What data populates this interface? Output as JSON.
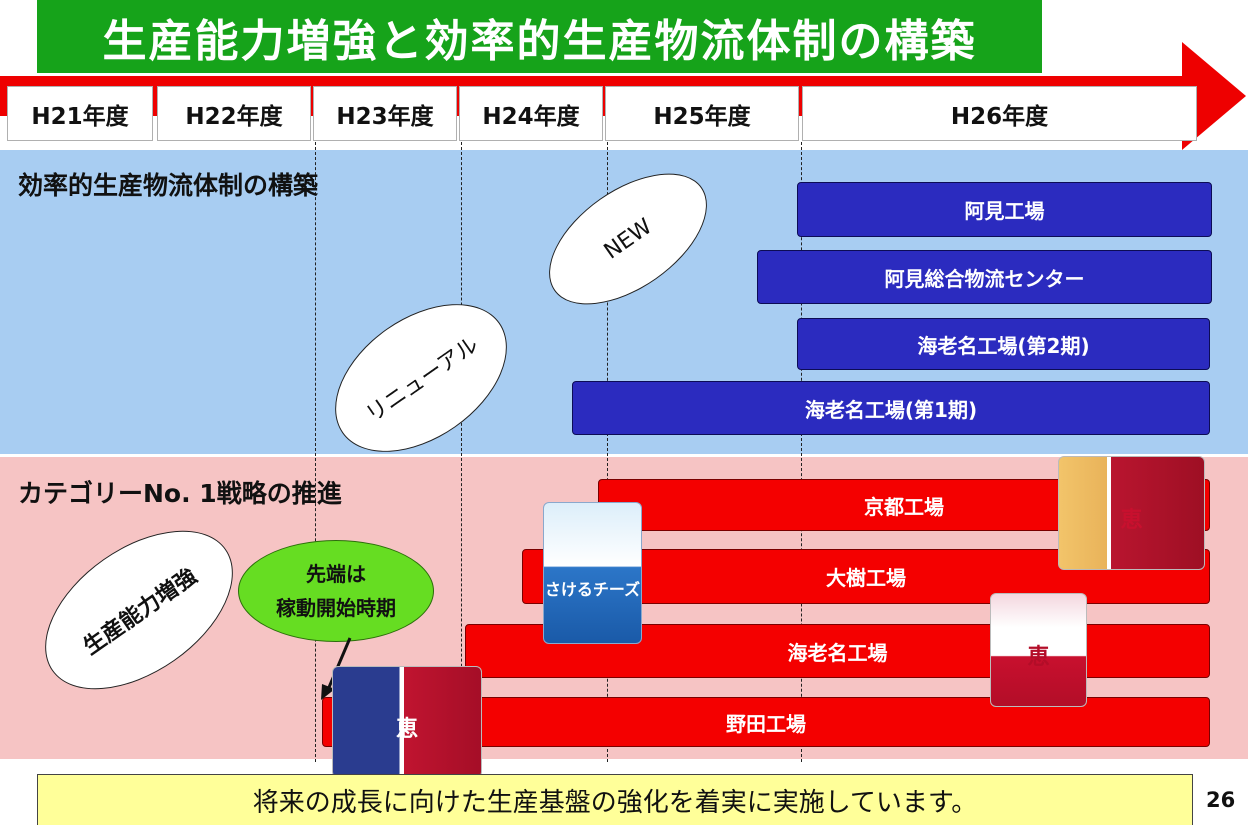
{
  "title": "生産能力増強と効率的生産物流体制の構築",
  "years": [
    "H21年度",
    "H22年度",
    "H23年度",
    "H24年度",
    "H25年度",
    "H26年度"
  ],
  "sections": {
    "efficient_logistics": {
      "heading": "効率的生産物流体制の構築",
      "callouts": {
        "new": "NEW",
        "renewal": "リニューアル"
      },
      "bars": [
        "阿見工場",
        "阿見総合物流センター",
        "海老名工場(第2期)",
        "海老名工場(第1期)"
      ]
    },
    "capacity": {
      "heading": "カテゴリーNo. 1戦略の推進",
      "callouts": {
        "capacity_increase": "生産能力増強",
        "note_line1": "先端は",
        "note_line2": "稼動開始時期"
      },
      "bars": [
        "京都工場",
        "大樹工場",
        "海老名工場",
        "野田工場"
      ]
    }
  },
  "products": {
    "cup_brand": "恵",
    "cheese_brand": "さけるチーズ"
  },
  "message": "将来の成長に向けた生産基盤の強化を着実に実施しています。",
  "page_number": "26",
  "colors": {
    "title_bg": "#16a31a",
    "arrow": "#ee0000",
    "blue_band": "#a8cdf2",
    "pink_band": "#f6c4c4",
    "blue_bar": "#2b2bbf",
    "red_bar": "#f40000",
    "callout_green": "#66dd22",
    "message_bg": "#ffff99"
  }
}
